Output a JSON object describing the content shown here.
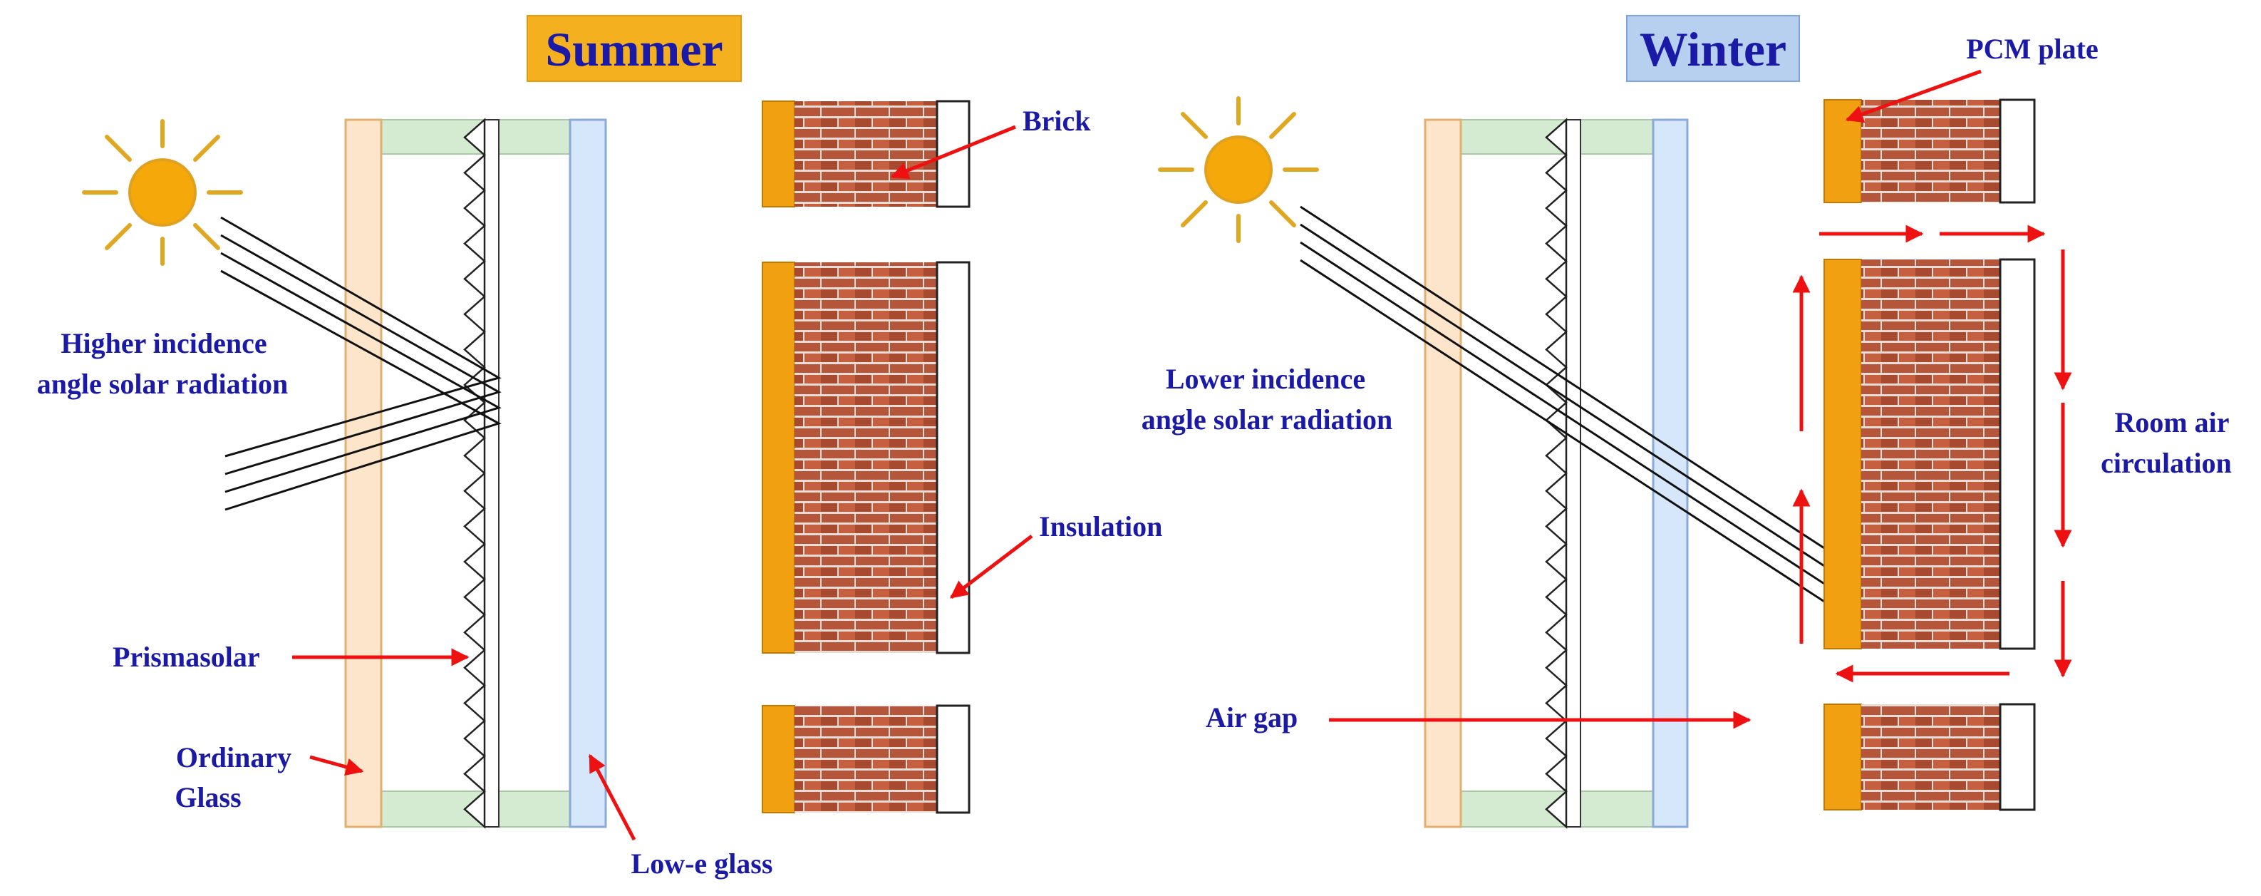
{
  "summer": {
    "title": "Summer",
    "title_bg": "#f5b020",
    "labels": {
      "brick": "Brick",
      "incidence_line1": "Higher incidence",
      "incidence_line2": "angle solar radiation",
      "insulation": "Insulation",
      "prismasolar": "Prismasolar",
      "ordinary_line1": "Ordinary",
      "ordinary_line2": "Glass",
      "lowe": "Low-e glass"
    }
  },
  "winter": {
    "title": "Winter",
    "title_bg": "#b8d0f0",
    "labels": {
      "pcm": "PCM plate",
      "incidence_line1": "Lower incidence",
      "incidence_line2": "angle solar radiation",
      "room_line1": "Room air",
      "room_line2": "circulation",
      "airgap": "Air gap"
    }
  },
  "colors": {
    "label_text": "#1a1aa6",
    "arrow": "#ee1111",
    "sun": "#f2a900",
    "pcm_plate": "#f0a010",
    "ordinary_glass": "#fde5cc",
    "lowe_glass": "#d6e6fb",
    "frame_green": "#d4ead1",
    "brick": "#b5553a",
    "mortar": "#e8ddd6"
  },
  "icons": [
    "sun-icon",
    "brick-wall",
    "arrow"
  ]
}
